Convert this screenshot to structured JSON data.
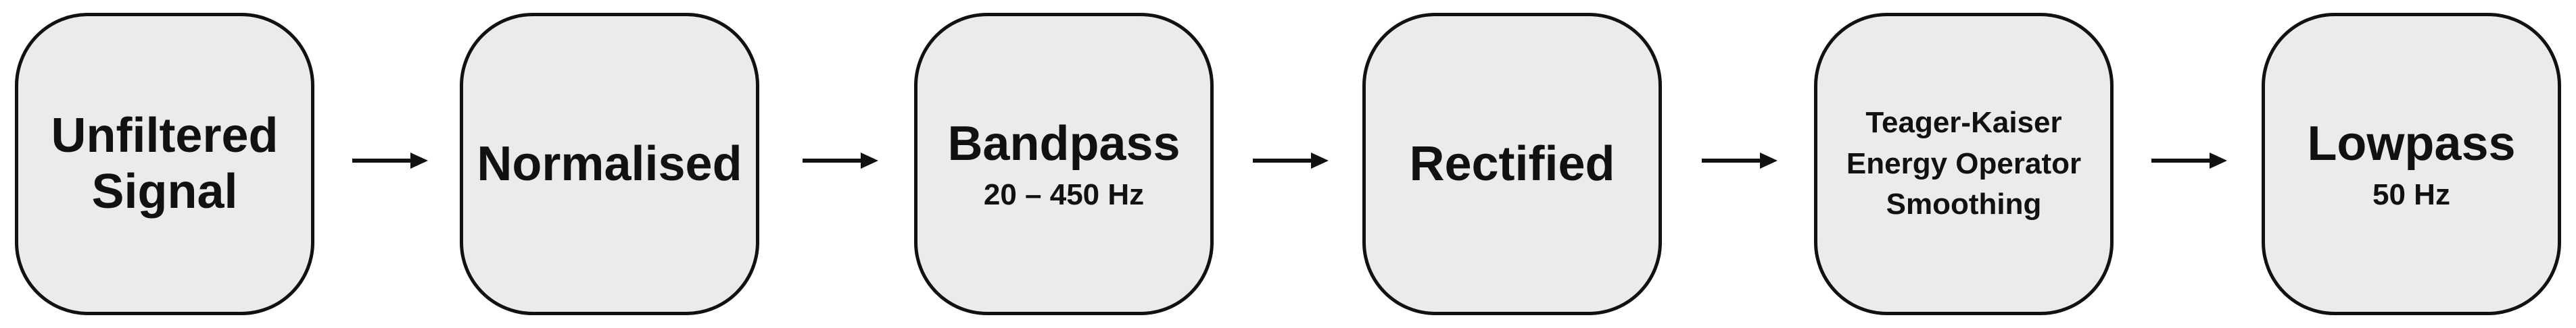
{
  "stages": [
    {
      "title_lines": [
        "Unfiltered",
        "Signal"
      ],
      "sub": ""
    },
    {
      "title_lines": [
        "Normalised"
      ],
      "sub": ""
    },
    {
      "title_lines": [
        "Bandpass"
      ],
      "sub": "20 – 450 Hz"
    },
    {
      "title_lines": [
        "Rectified"
      ],
      "sub": ""
    },
    {
      "title_lines": [
        "Teager-Kaiser",
        "Energy Operator",
        "Smoothing"
      ],
      "sub": ""
    },
    {
      "title_lines": [
        "Lowpass"
      ],
      "sub": "50 Hz"
    }
  ],
  "colors": {
    "box_fill": "#ebebeb",
    "box_border": "#111111",
    "text": "#111111",
    "arrow": "#111111"
  },
  "connector": "right-arrow"
}
